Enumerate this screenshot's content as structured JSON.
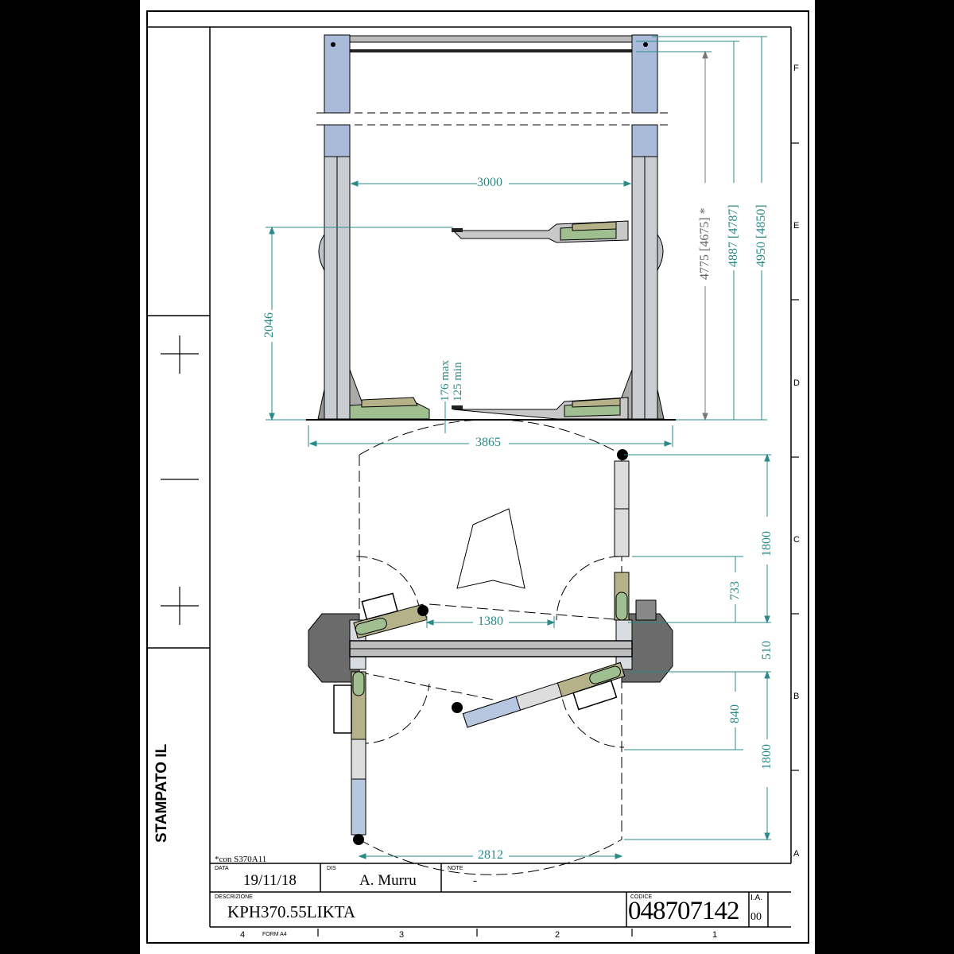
{
  "drawing": {
    "title_block": {
      "note_footnote": "*con S370A11",
      "data_label": "DATA",
      "data_value": "19/11/18",
      "dis_label": "DIS",
      "dis_value": "A. Murru",
      "note_label": "NOTE",
      "note_value": "-",
      "descrizione_label": "DESCRIZIONE",
      "descrizione_value": "KPH370.55LIKTA",
      "codice_label": "CODICE",
      "codice_value": "048707142",
      "ia_label": "I.A.",
      "ia_value": "00",
      "form_label": "FORM A4"
    },
    "side_strip": {
      "stamp_label": "STAMPATO IL"
    },
    "zones": {
      "rows": [
        "F",
        "E",
        "D",
        "C",
        "B",
        "A"
      ],
      "columns": [
        "4",
        "3",
        "2",
        "1"
      ]
    },
    "front_view_dimensions": {
      "inner_width": "3000",
      "height_lower_arm": "2046",
      "pad_height": "176 max 125 min",
      "pad_max": "176 max",
      "pad_min": "125 min",
      "overall_width": "3865",
      "height_a": "4775 [4675] *",
      "height_b": "4887 [4787]",
      "height_c": "4950 [4850]"
    },
    "plan_view_dimensions": {
      "arm_gap": "1380",
      "front_width": "2812",
      "upper_reach": "1800",
      "upper_inner": "733",
      "column_depth": "510",
      "lower_inner": "840",
      "lower_reach": "1800"
    },
    "colors": {
      "dimension": "#2a8a8a",
      "column_top": "#a9bbd8",
      "column_body": "#c9ccd1",
      "arm_green": "#9fbf91",
      "arm_khaki": "#b5b28a",
      "arm_blue": "#b8c7e0",
      "base_plate": "#6b6b6b"
    }
  }
}
